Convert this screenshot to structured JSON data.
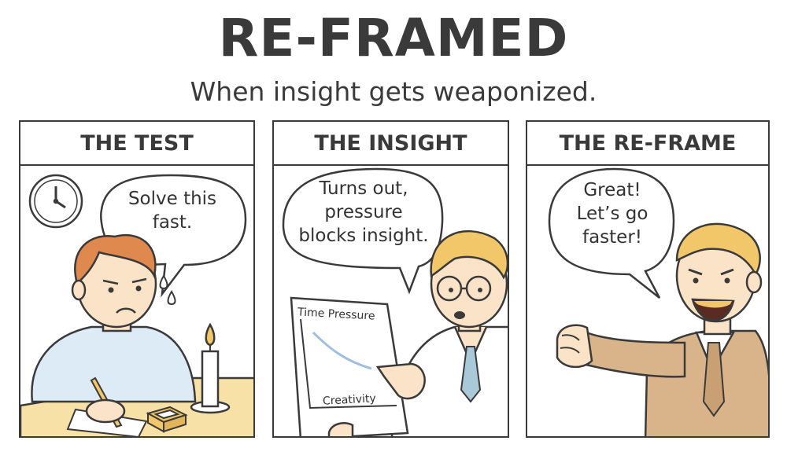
{
  "header": {
    "title": "RE-FRAMED",
    "subtitle": "When insight gets weaponized."
  },
  "panels": [
    {
      "heading": "THE TEST",
      "speech": [
        "Solve this",
        "fast."
      ]
    },
    {
      "heading": "THE INSIGHT",
      "speech": [
        "Turns out,",
        "pressure",
        "blocks insight."
      ],
      "chart": {
        "top_label": "Time Pressure",
        "bottom_label": "Creativity"
      }
    },
    {
      "heading": "THE RE-FRAME",
      "speech": [
        "Great!",
        "Let’s go",
        "faster!"
      ]
    }
  ],
  "colors": {
    "ink": "#3a3a3a",
    "hair_orange": "#e0894e",
    "hair_blonde": "#f1c76a",
    "skin": "#fbe3c8",
    "shirt_blue": "#dcebf6",
    "table": "#f7e1a6",
    "suit_tan": "#d9b48a",
    "tie_blue": "#a9c9d8",
    "curve_blue": "#9fbfe0"
  },
  "icons": [
    "clock-icon",
    "candle-icon",
    "sweat-drops-icon",
    "matchbox-icon",
    "fist-icon"
  ]
}
